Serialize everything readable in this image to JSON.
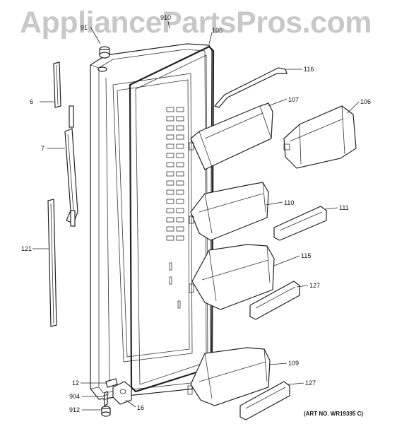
{
  "watermark": "AppliancePartsPros.com",
  "art_number": "(ART NO. WR19395 C)",
  "callouts": {
    "p910": "910",
    "p91": "91",
    "p105": "105",
    "p116": "116",
    "p6": "6",
    "p107": "107",
    "p106": "106",
    "p7": "7",
    "p110": "110",
    "p111": "111",
    "p121": "121",
    "p115": "115",
    "p127a": "127",
    "p109": "109",
    "p12": "12",
    "p127b": "127",
    "p904": "904",
    "p16": "16",
    "p912": "912"
  }
}
